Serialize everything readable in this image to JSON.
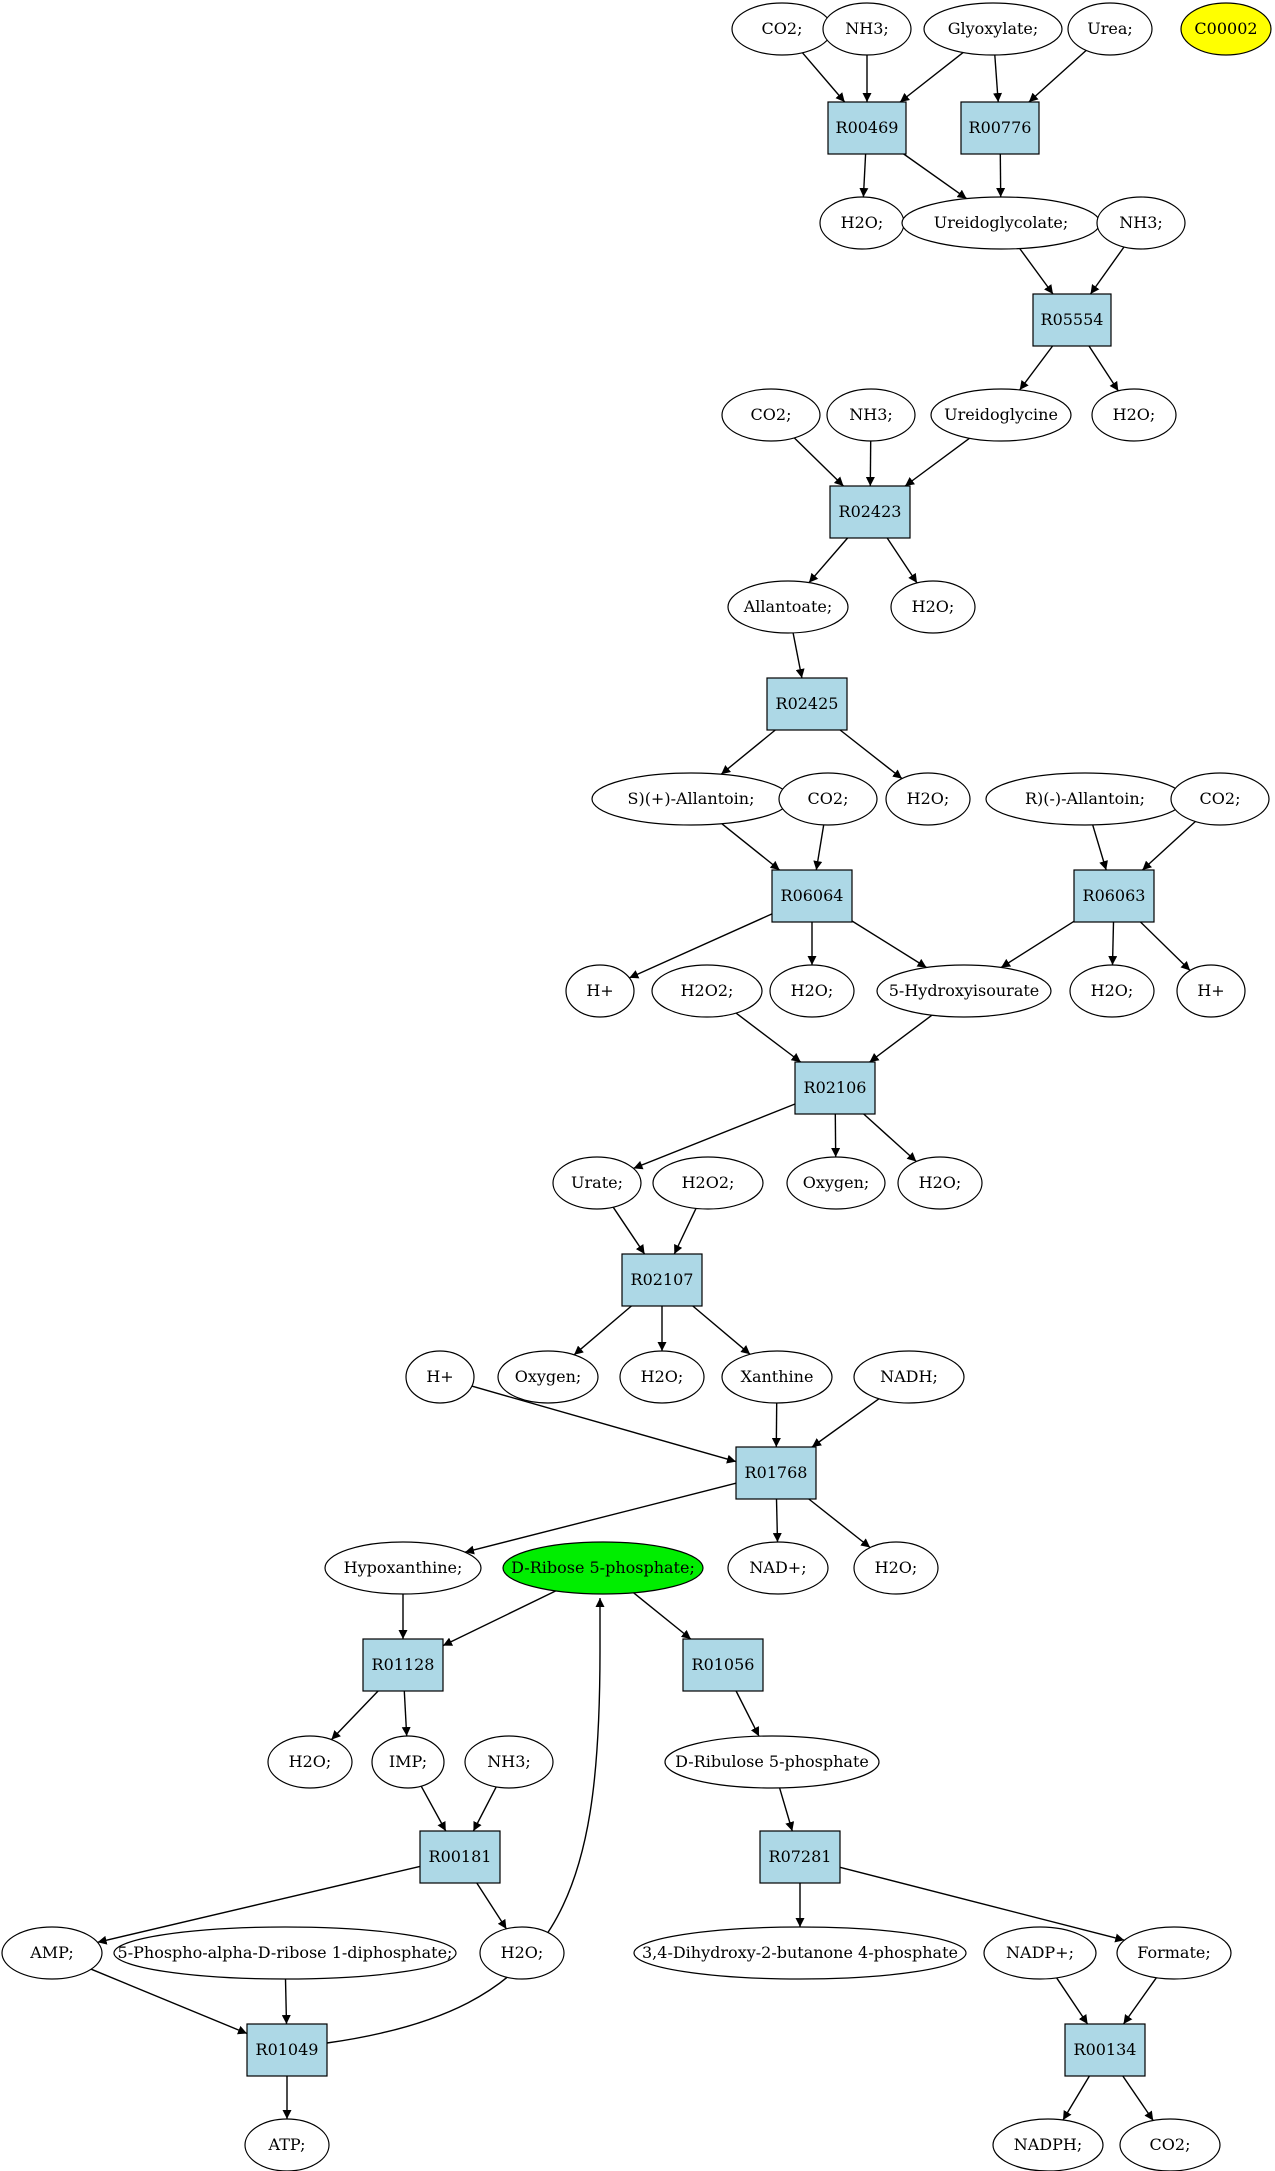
{
  "colors": {
    "reaction_fill": "#add8e6",
    "compound_fill": "#ffffff",
    "highlight_green": "#00ee00",
    "highlight_yellow": "#ffff00",
    "stroke": "#000000"
  },
  "nodes": {
    "co2_a": {
      "label": "CO2;",
      "kind": "compound"
    },
    "nh3_a": {
      "label": "NH3;",
      "kind": "compound"
    },
    "glyoxylate": {
      "label": "Glyoxylate;",
      "kind": "compound"
    },
    "urea": {
      "label": "Urea;",
      "kind": "compound"
    },
    "c00002": {
      "label": "C00002",
      "kind": "compound-yellow"
    },
    "r00469": {
      "label": "R00469",
      "kind": "reaction"
    },
    "r00776": {
      "label": "R00776",
      "kind": "reaction"
    },
    "h2o_a": {
      "label": "H2O;",
      "kind": "compound"
    },
    "ureidoglycolate": {
      "label": "Ureidoglycolate;",
      "kind": "compound"
    },
    "nh3_b": {
      "label": "NH3;",
      "kind": "compound"
    },
    "r05554": {
      "label": "R05554",
      "kind": "reaction"
    },
    "co2_b": {
      "label": "CO2;",
      "kind": "compound"
    },
    "nh3_c": {
      "label": "NH3;",
      "kind": "compound"
    },
    "ureidoglycine": {
      "label": "Ureidoglycine",
      "kind": "compound"
    },
    "h2o_b": {
      "label": "H2O;",
      "kind": "compound"
    },
    "r02423": {
      "label": "R02423",
      "kind": "reaction"
    },
    "allantoate": {
      "label": "Allantoate;",
      "kind": "compound"
    },
    "h2o_c": {
      "label": "H2O;",
      "kind": "compound"
    },
    "r02425": {
      "label": "R02425",
      "kind": "reaction"
    },
    "s_allantoin": {
      "label": "S)(+)-Allantoin;",
      "kind": "compound"
    },
    "co2_c": {
      "label": "CO2;",
      "kind": "compound"
    },
    "h2o_d": {
      "label": "H2O;",
      "kind": "compound"
    },
    "r_allantoin": {
      "label": "R)(-)-Allantoin;",
      "kind": "compound"
    },
    "co2_d": {
      "label": "CO2;",
      "kind": "compound"
    },
    "r06064": {
      "label": "R06064",
      "kind": "reaction"
    },
    "r06063": {
      "label": "R06063",
      "kind": "reaction"
    },
    "hplus_a": {
      "label": "H+",
      "kind": "compound"
    },
    "h2o2_a": {
      "label": "H2O2;",
      "kind": "compound"
    },
    "h2o_e": {
      "label": "H2O;",
      "kind": "compound"
    },
    "hydroxyisourate": {
      "label": "5-Hydroxyisourate",
      "kind": "compound"
    },
    "h2o_f": {
      "label": "H2O;",
      "kind": "compound"
    },
    "hplus_b": {
      "label": "H+",
      "kind": "compound"
    },
    "r02106": {
      "label": "R02106",
      "kind": "reaction"
    },
    "urate": {
      "label": "Urate;",
      "kind": "compound"
    },
    "h2o2_b": {
      "label": "H2O2;",
      "kind": "compound"
    },
    "oxygen_a": {
      "label": "Oxygen;",
      "kind": "compound"
    },
    "h2o_g": {
      "label": "H2O;",
      "kind": "compound"
    },
    "r02107": {
      "label": "R02107",
      "kind": "reaction"
    },
    "hplus_c": {
      "label": "H+",
      "kind": "compound"
    },
    "oxygen_b": {
      "label": "Oxygen;",
      "kind": "compound"
    },
    "h2o_h": {
      "label": "H2O;",
      "kind": "compound"
    },
    "xanthine": {
      "label": "Xanthine",
      "kind": "compound"
    },
    "nadh": {
      "label": "NADH;",
      "kind": "compound"
    },
    "r01768": {
      "label": "R01768",
      "kind": "reaction"
    },
    "hypoxanthine": {
      "label": "Hypoxanthine;",
      "kind": "compound"
    },
    "ribose5p": {
      "label": "D-Ribose 5-phosphate;",
      "kind": "compound-green"
    },
    "nadplus": {
      "label": "NAD+;",
      "kind": "compound"
    },
    "h2o_i": {
      "label": "H2O;",
      "kind": "compound"
    },
    "r01128": {
      "label": "R01128",
      "kind": "reaction"
    },
    "r01056": {
      "label": "R01056",
      "kind": "reaction"
    },
    "h2o_j": {
      "label": "H2O;",
      "kind": "compound"
    },
    "imp": {
      "label": "IMP;",
      "kind": "compound"
    },
    "nh3_d": {
      "label": "NH3;",
      "kind": "compound"
    },
    "ribulose5p": {
      "label": "D-Ribulose 5-phosphate",
      "kind": "compound"
    },
    "r00181": {
      "label": "R00181",
      "kind": "reaction"
    },
    "r07281": {
      "label": "R07281",
      "kind": "reaction"
    },
    "amp": {
      "label": "AMP;",
      "kind": "compound"
    },
    "prpp": {
      "label": "5-Phospho-alpha-D-ribose 1-diphosphate;",
      "kind": "compound"
    },
    "h2o_k": {
      "label": "H2O;",
      "kind": "compound"
    },
    "dhbp": {
      "label": "3,4-Dihydroxy-2-butanone 4-phosphate",
      "kind": "compound"
    },
    "nadpplus": {
      "label": "NADP+;",
      "kind": "compound"
    },
    "formate": {
      "label": "Formate;",
      "kind": "compound"
    },
    "r01049": {
      "label": "R01049",
      "kind": "reaction"
    },
    "r00134": {
      "label": "R00134",
      "kind": "reaction"
    },
    "atp": {
      "label": "ATP;",
      "kind": "compound"
    },
    "nadph": {
      "label": "NADPH;",
      "kind": "compound"
    },
    "co2_e": {
      "label": "CO2;",
      "kind": "compound"
    }
  },
  "edges": [
    [
      "co2_a",
      "r00469"
    ],
    [
      "nh3_a",
      "r00469"
    ],
    [
      "glyoxylate",
      "r00469"
    ],
    [
      "glyoxylate",
      "r00776"
    ],
    [
      "urea",
      "r00776"
    ],
    [
      "r00469",
      "h2o_a"
    ],
    [
      "r00469",
      "ureidoglycolate"
    ],
    [
      "r00776",
      "ureidoglycolate"
    ],
    [
      "ureidoglycolate",
      "r05554"
    ],
    [
      "nh3_b",
      "r05554"
    ],
    [
      "r05554",
      "ureidoglycine"
    ],
    [
      "r05554",
      "h2o_b"
    ],
    [
      "co2_b",
      "r02423"
    ],
    [
      "nh3_c",
      "r02423"
    ],
    [
      "ureidoglycine",
      "r02423"
    ],
    [
      "r02423",
      "allantoate"
    ],
    [
      "r02423",
      "h2o_c"
    ],
    [
      "allantoate",
      "r02425"
    ],
    [
      "r02425",
      "s_allantoin"
    ],
    [
      "r02425",
      "h2o_d"
    ],
    [
      "s_allantoin",
      "r06064"
    ],
    [
      "co2_c",
      "r06064"
    ],
    [
      "r_allantoin",
      "r06063"
    ],
    [
      "co2_d",
      "r06063"
    ],
    [
      "r06064",
      "hplus_a"
    ],
    [
      "r06064",
      "h2o_e"
    ],
    [
      "r06064",
      "hydroxyisourate"
    ],
    [
      "r06063",
      "hydroxyisourate"
    ],
    [
      "r06063",
      "h2o_f"
    ],
    [
      "r06063",
      "hplus_b"
    ],
    [
      "h2o2_a",
      "r02106"
    ],
    [
      "hydroxyisourate",
      "r02106"
    ],
    [
      "r02106",
      "urate"
    ],
    [
      "r02106",
      "oxygen_a"
    ],
    [
      "r02106",
      "h2o_g"
    ],
    [
      "urate",
      "r02107"
    ],
    [
      "h2o2_b",
      "r02107"
    ],
    [
      "r02107",
      "oxygen_b"
    ],
    [
      "r02107",
      "h2o_h"
    ],
    [
      "r02107",
      "xanthine"
    ],
    [
      "hplus_c",
      "r01768"
    ],
    [
      "xanthine",
      "r01768"
    ],
    [
      "nadh",
      "r01768"
    ],
    [
      "r01768",
      "hypoxanthine"
    ],
    [
      "r01768",
      "nadplus"
    ],
    [
      "r01768",
      "h2o_i"
    ],
    [
      "hypoxanthine",
      "r01128"
    ],
    [
      "ribose5p",
      "r01128"
    ],
    [
      "ribose5p",
      "r01056"
    ],
    [
      "r01128",
      "h2o_j"
    ],
    [
      "r01128",
      "imp"
    ],
    [
      "imp",
      "r00181"
    ],
    [
      "nh3_d",
      "r00181"
    ],
    [
      "r01056",
      "ribulose5p"
    ],
    [
      "ribulose5p",
      "r07281"
    ],
    [
      "r00181",
      "amp"
    ],
    [
      "r00181",
      "h2o_k"
    ],
    [
      "r07281",
      "dhbp"
    ],
    [
      "r07281",
      "formate"
    ],
    [
      "amp",
      "r01049"
    ],
    [
      "prpp",
      "r01049"
    ],
    [
      "nadpplus",
      "r00134"
    ],
    [
      "formate",
      "r00134"
    ],
    [
      "r01049",
      "atp"
    ],
    [
      "r01049",
      "ribose5p"
    ],
    [
      "r00134",
      "nadph"
    ],
    [
      "r00134",
      "co2_e"
    ]
  ]
}
